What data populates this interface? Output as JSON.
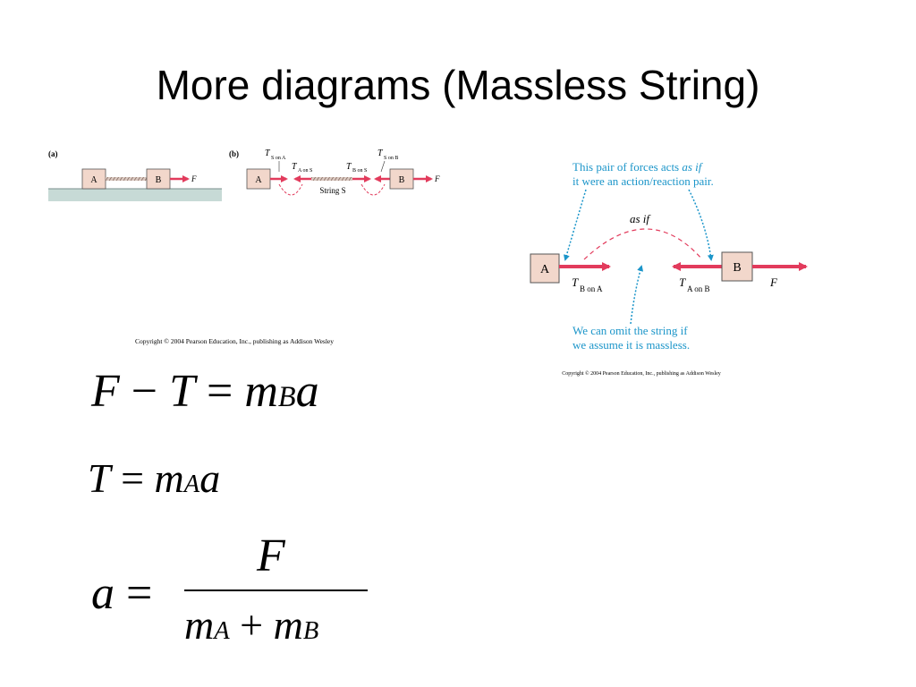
{
  "slide": {
    "title": "More diagrams (Massless String)"
  },
  "fig_left": {
    "panel_a_label": "(a)",
    "panel_b_label": "(b)",
    "block_a": "A",
    "block_b": "B",
    "force_f": "F",
    "t_symbol": "T",
    "t_s_on_a_sub": "S on A",
    "t_a_on_s_sub": "A on S",
    "t_b_on_s_sub": "B on S",
    "t_s_on_b_sub": "S on B",
    "string_label": "String S",
    "copyright": "Copyright © 2004 Pearson Education, Inc., publishing as Addison Wesley"
  },
  "fig_right": {
    "note_top_1": "This pair of forces acts ",
    "note_top_em": "as if",
    "note_top_2": "it were an action/reaction pair.",
    "as_if_label": "as if",
    "block_a": "A",
    "block_b": "B",
    "t_symbol": "T",
    "t_b_on_a_sub": "B on A",
    "t_a_on_b_sub": "A on B",
    "force_f": "F",
    "note_bottom_1": "We can omit the string if",
    "note_bottom_2": "we assume it is massless.",
    "copyright": "Copyright © 2004 Pearson Education, Inc., publishing as Addison Wesley",
    "note_color": "#1b95c9",
    "arrow_color": "#e23b5c",
    "block_fill": "#f2d7cb"
  },
  "equations": {
    "eq1": {
      "F": "F",
      "minus": " − ",
      "T": "T",
      "eq": " = ",
      "m": "m",
      "sub": "B",
      "a": "a"
    },
    "eq2": {
      "T": "T",
      "eq": " = ",
      "m": "m",
      "sub": "A",
      "a": "a"
    },
    "eq3": {
      "a": "a",
      "eq": " = ",
      "num": "F",
      "m1": "m",
      "sub1": "A",
      "plus": " + ",
      "m2": "m",
      "sub2": "B"
    }
  }
}
